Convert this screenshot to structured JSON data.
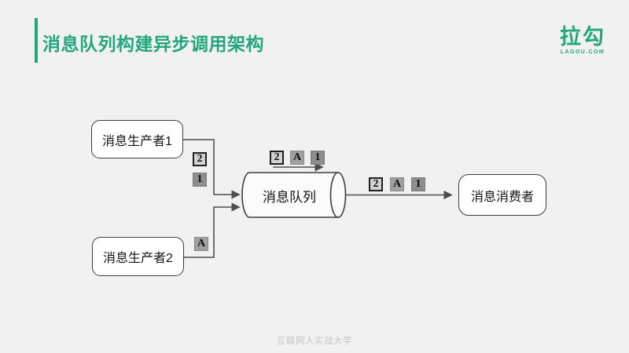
{
  "header": {
    "title": "消息队列构建异步调用架构",
    "logo": {
      "name": "拉勾",
      "domain": "LAGOU.COM"
    }
  },
  "diagram": {
    "nodes": {
      "producer1": {
        "label": "消息生产者1"
      },
      "producer2": {
        "label": "消息生产者2"
      },
      "queue": {
        "label": "消息队列"
      },
      "consumer": {
        "label": "消息消费者"
      }
    },
    "tokens": {
      "producer1_out": [
        {
          "label": "2",
          "tone": "light"
        },
        {
          "label": "1",
          "tone": "dark"
        }
      ],
      "producer2_out": [
        {
          "label": "A",
          "tone": "mid"
        }
      ],
      "queue_in_flight": [
        {
          "label": "2",
          "tone": "light"
        },
        {
          "label": "A",
          "tone": "mid"
        },
        {
          "label": "1",
          "tone": "dark"
        }
      ],
      "queue_out": [
        {
          "label": "2",
          "tone": "light"
        },
        {
          "label": "A",
          "tone": "mid"
        },
        {
          "label": "1",
          "tone": "dark"
        }
      ]
    }
  },
  "footer": {
    "text": "互联网人实战大学"
  },
  "colors": {
    "brand_green": "#23a67b",
    "background": "#f1f1f2",
    "connector": "#4d4d4d",
    "node_border": "#3d3d3d",
    "token_light": "#d3d3d3",
    "token_mid": "#a0a0a0",
    "token_dark": "#8e8e8e",
    "footer_text": "#c6c6c6"
  }
}
